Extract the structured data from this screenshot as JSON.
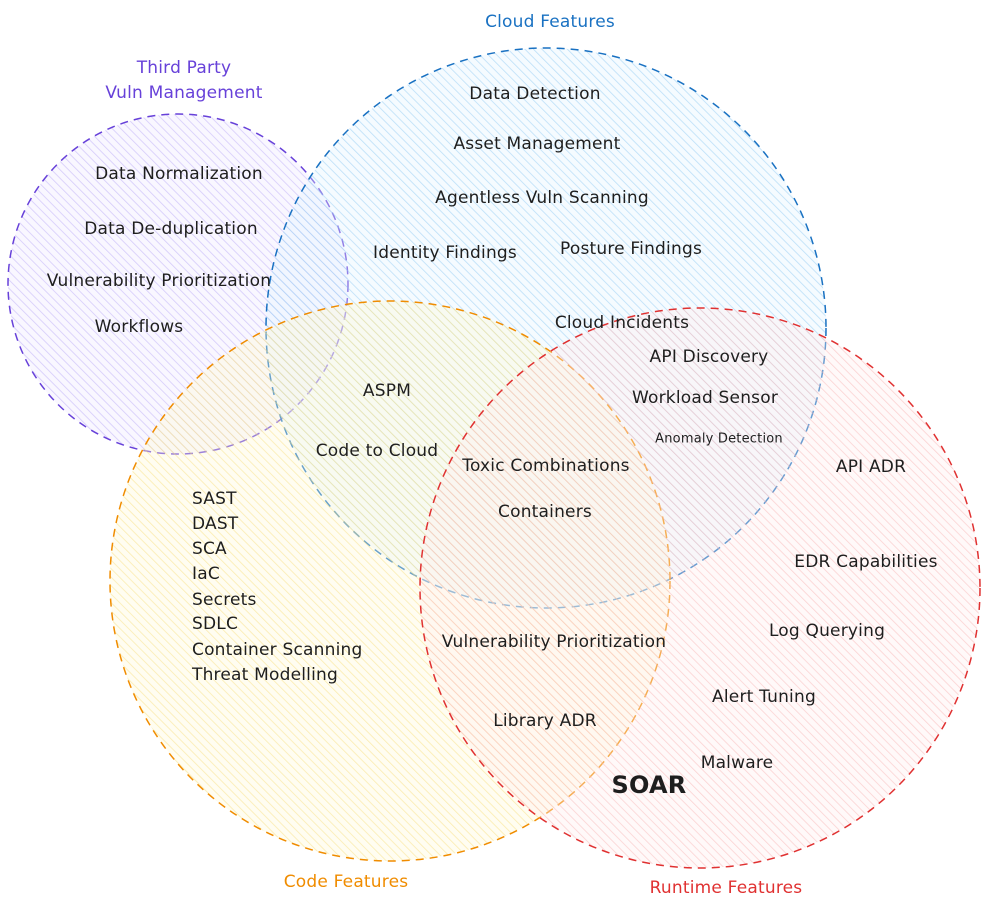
{
  "sets": {
    "third_party": {
      "title_line1": "Third Party",
      "title_line2": "Vuln Management",
      "color": "#6741d9",
      "fill": "#d0bfff",
      "items": [
        "Data Normalization",
        "Data De-duplication",
        "Vulnerability Prioritization",
        "Workflows"
      ]
    },
    "cloud": {
      "title": "Cloud Features",
      "color": "#1971c2",
      "fill": "#a5d8ff",
      "items": [
        "Data Detection",
        "Asset Management",
        "Agentless Vuln Scanning",
        "Identity Findings",
        "Posture Findings",
        "Cloud Incidents"
      ]
    },
    "code": {
      "title": "Code Features",
      "color": "#f08c00",
      "fill": "#ffec99",
      "items": [
        "SAST",
        "DAST",
        "SCA",
        "IaC",
        "Secrets",
        "SDLC",
        "Container Scanning",
        "Threat Modelling"
      ]
    },
    "runtime": {
      "title": "Runtime Features",
      "color": "#e03131",
      "fill": "#ffc9c9",
      "items": [
        "API ADR",
        "EDR Capabilities",
        "Log Querying",
        "Alert Tuning",
        "Malware",
        "SOAR"
      ]
    }
  },
  "overlaps": {
    "cloud_code": [
      "ASPM",
      "Code to Cloud"
    ],
    "cloud_runtime": [
      "API Discovery",
      "Workload Sensor",
      "Anomaly Detection"
    ],
    "cloud_code_runtime": [
      "Toxic Combinations",
      "Containers"
    ],
    "code_runtime": [
      "Vulnerability Prioritization",
      "Library ADR"
    ]
  }
}
